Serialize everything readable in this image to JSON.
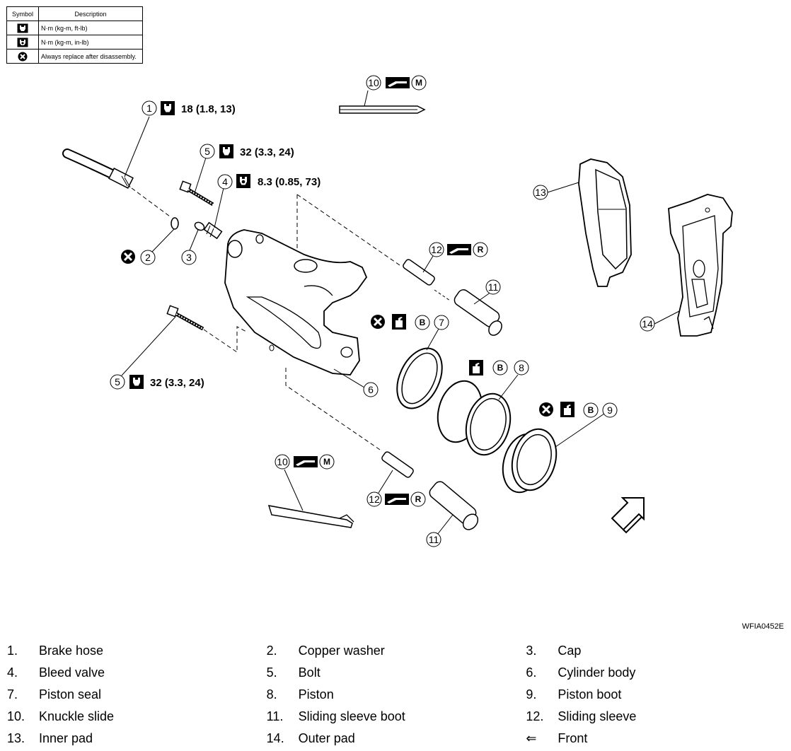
{
  "legend": {
    "headers": [
      "Symbol",
      "Description"
    ],
    "rows": [
      {
        "symbol": "torque-ftlb-icon",
        "description": "N·m (kg-m, ft-lb)"
      },
      {
        "symbol": "torque-inlb-icon",
        "description": "N·m (kg-m, in-lb)"
      },
      {
        "symbol": "replace-icon",
        "description": "Always replace after disassembly."
      }
    ]
  },
  "callouts": {
    "c1": "1",
    "c2": "2",
    "c3": "3",
    "c4": "4",
    "c5a": "5",
    "c5b": "5",
    "c6": "6",
    "c7": "7",
    "c8": "8",
    "c9": "9",
    "c10a": "10",
    "c10b": "10",
    "c11a": "11",
    "c11b": "11",
    "c12a": "12",
    "c12b": "12",
    "c13": "13",
    "c14": "14"
  },
  "torques": {
    "t1": "18 (1.8, 13)",
    "t5a": "32 (3.3, 24)",
    "t4": "8.3 (0.85, 73)",
    "t5b": "32 (3.3, 24)"
  },
  "badges": {
    "m1": "M",
    "m2": "M",
    "r1": "R",
    "r2": "R",
    "b7": "B",
    "b8": "B",
    "b9": "B"
  },
  "figure_code": "WFIA0452E",
  "parts": [
    [
      {
        "num": "1.",
        "name": "Brake hose"
      },
      {
        "num": "2.",
        "name": "Copper washer"
      },
      {
        "num": "3.",
        "name": "Cap"
      }
    ],
    [
      {
        "num": "4.",
        "name": "Bleed valve"
      },
      {
        "num": "5.",
        "name": "Bolt"
      },
      {
        "num": "6.",
        "name": "Cylinder body"
      }
    ],
    [
      {
        "num": "7.",
        "name": "Piston seal"
      },
      {
        "num": "8.",
        "name": "Piston"
      },
      {
        "num": "9.",
        "name": "Piston boot"
      }
    ],
    [
      {
        "num": "10.",
        "name": "Knuckle slide"
      },
      {
        "num": "11.",
        "name": "Sliding sleeve boot"
      },
      {
        "num": "12.",
        "name": "Sliding sleeve"
      }
    ],
    [
      {
        "num": "13.",
        "name": "Inner pad"
      },
      {
        "num": "14.",
        "name": "Outer pad"
      },
      {
        "num": "⇐",
        "name": "Front"
      }
    ]
  ]
}
